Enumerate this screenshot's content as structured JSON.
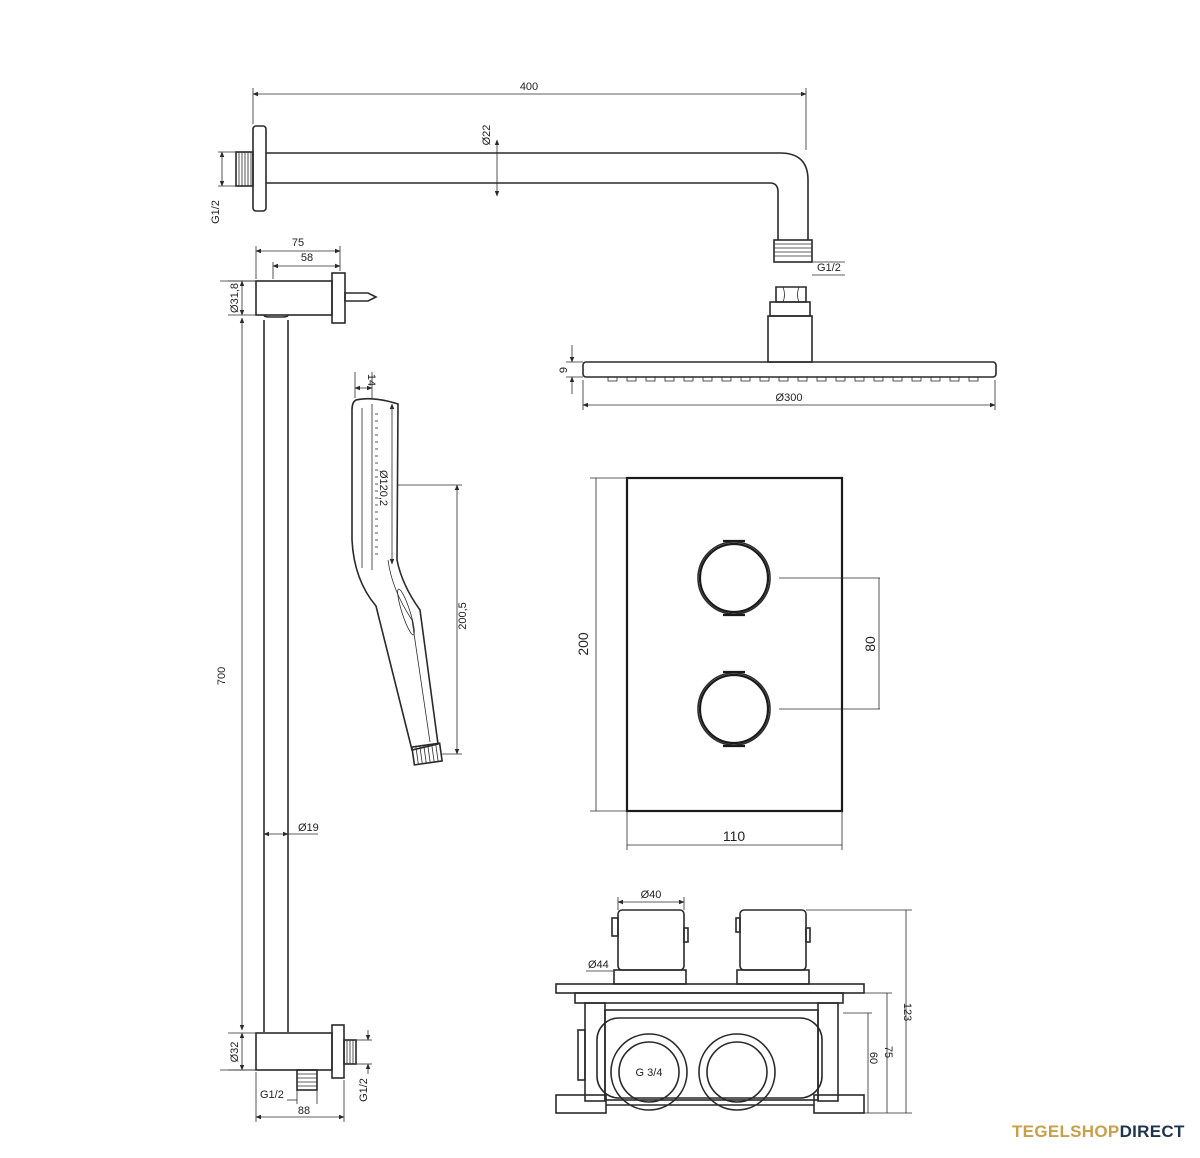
{
  "dimensions": {
    "arm_length": "400",
    "arm_diameter": "Ø22",
    "arm_thread": "G1/2",
    "head_thread": "G1/2",
    "head_thickness": "9",
    "head_diameter": "Ø300",
    "bar_top_outer": "75",
    "bar_top_inner": "58",
    "bar_top_diameter": "Ø31,8",
    "bar_length": "700",
    "bar_diameter": "Ø19",
    "bar_bottom_diameter": "Ø32",
    "bar_bottom_thread_left": "G1/2",
    "bar_bottom_thread_right": "G1/2",
    "bar_bottom_width": "88",
    "hand_thickness": "14",
    "hand_head_diameter": "Ø120,2",
    "hand_length": "200,5",
    "plate_height": "200",
    "plate_width": "110",
    "knob_spacing": "80",
    "knob_diameter": "Ø40",
    "knob_base_diameter": "Ø44",
    "box_total_depth": "123",
    "box_depth": "75",
    "box_inner_depth": "60",
    "connection": "G 3/4"
  },
  "brand": {
    "part1": "TEGELSHOP",
    "part2": "DIRECT"
  }
}
